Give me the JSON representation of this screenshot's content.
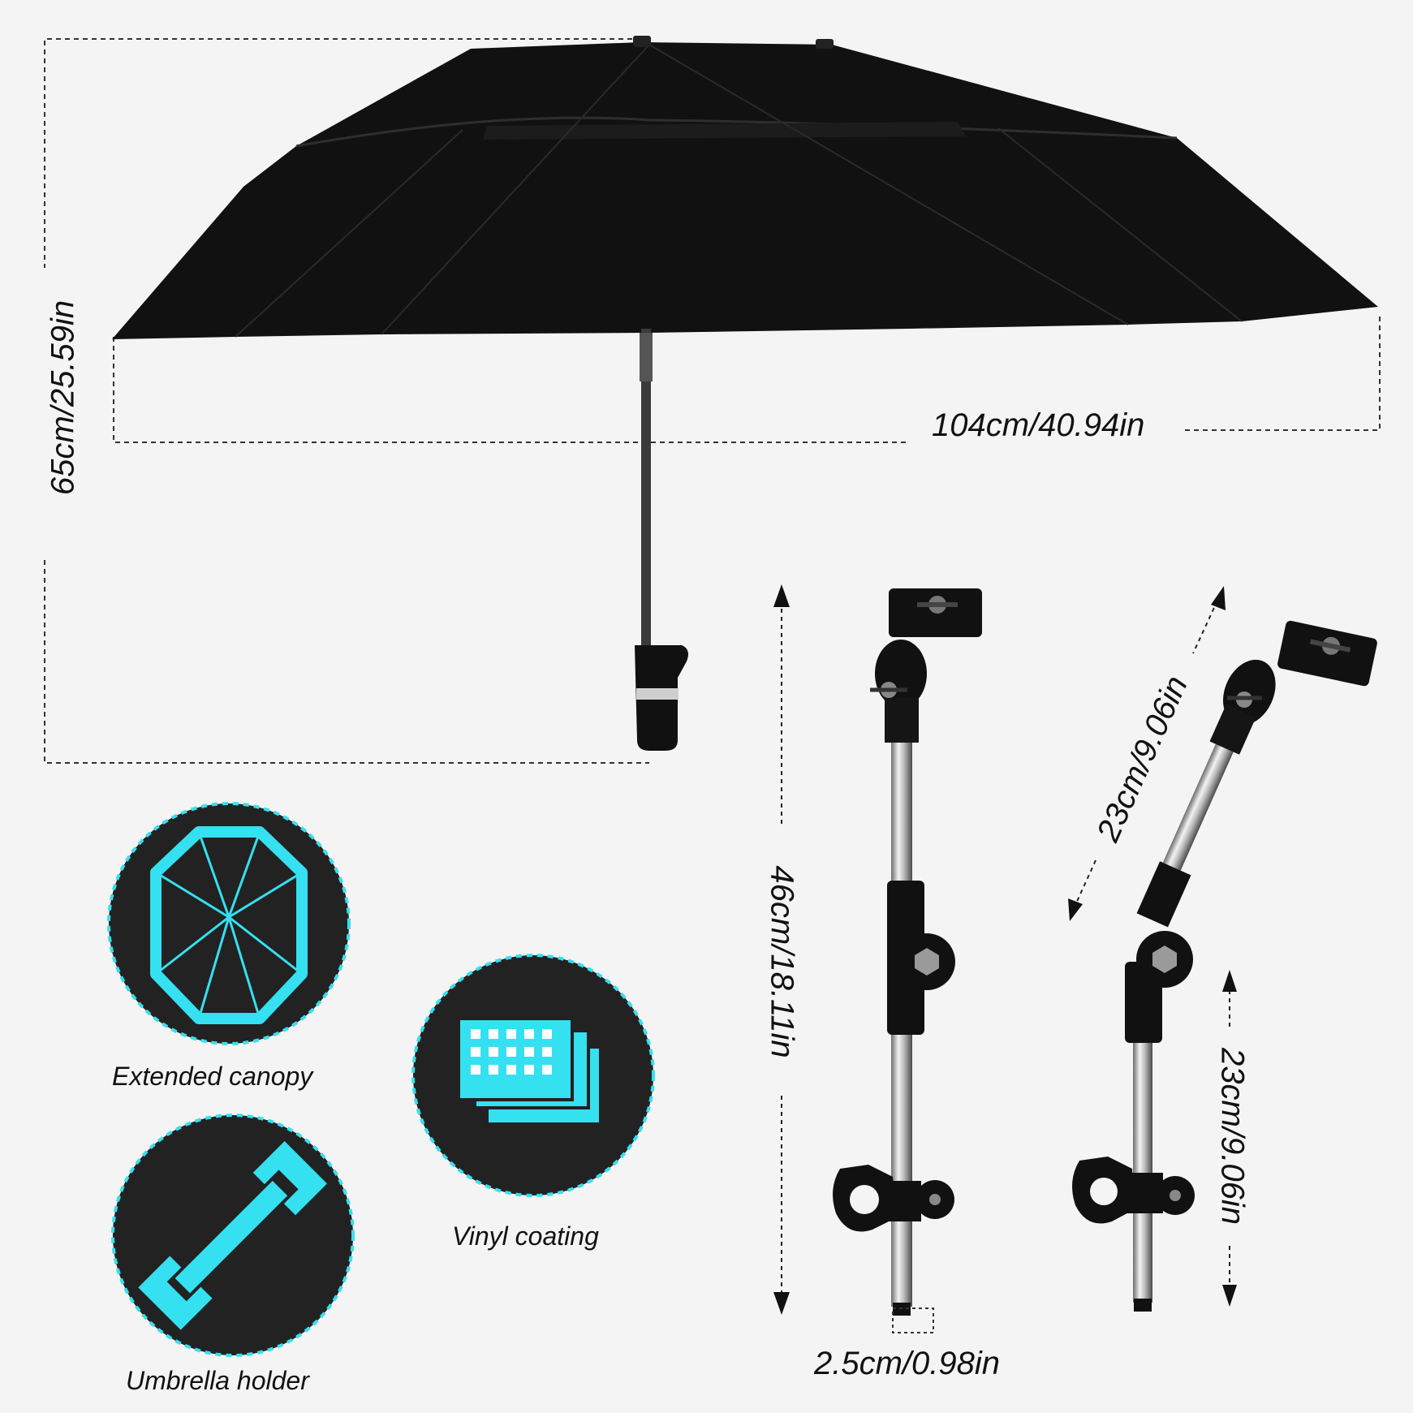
{
  "dimensions": {
    "umbrella_height": "65cm/25.59in",
    "umbrella_width": "104cm/40.94in",
    "holder_height": "46cm/18.11in",
    "upper_arm_length": "23cm/9.06in",
    "lower_arm_length": "23cm/9.06in",
    "tube_diameter": "2.5cm/0.98in"
  },
  "features": [
    {
      "label": "Extended canopy",
      "icon": "octagon-canopy-icon"
    },
    {
      "label": "Vinyl coating",
      "icon": "layered-sheets-icon"
    },
    {
      "label": "Umbrella holder",
      "icon": "wrench-icon"
    }
  ],
  "colors": {
    "background": "#f4f4f4",
    "icon_circle": "#222222",
    "accent": "#35e0f0",
    "canopy": "#111111"
  }
}
